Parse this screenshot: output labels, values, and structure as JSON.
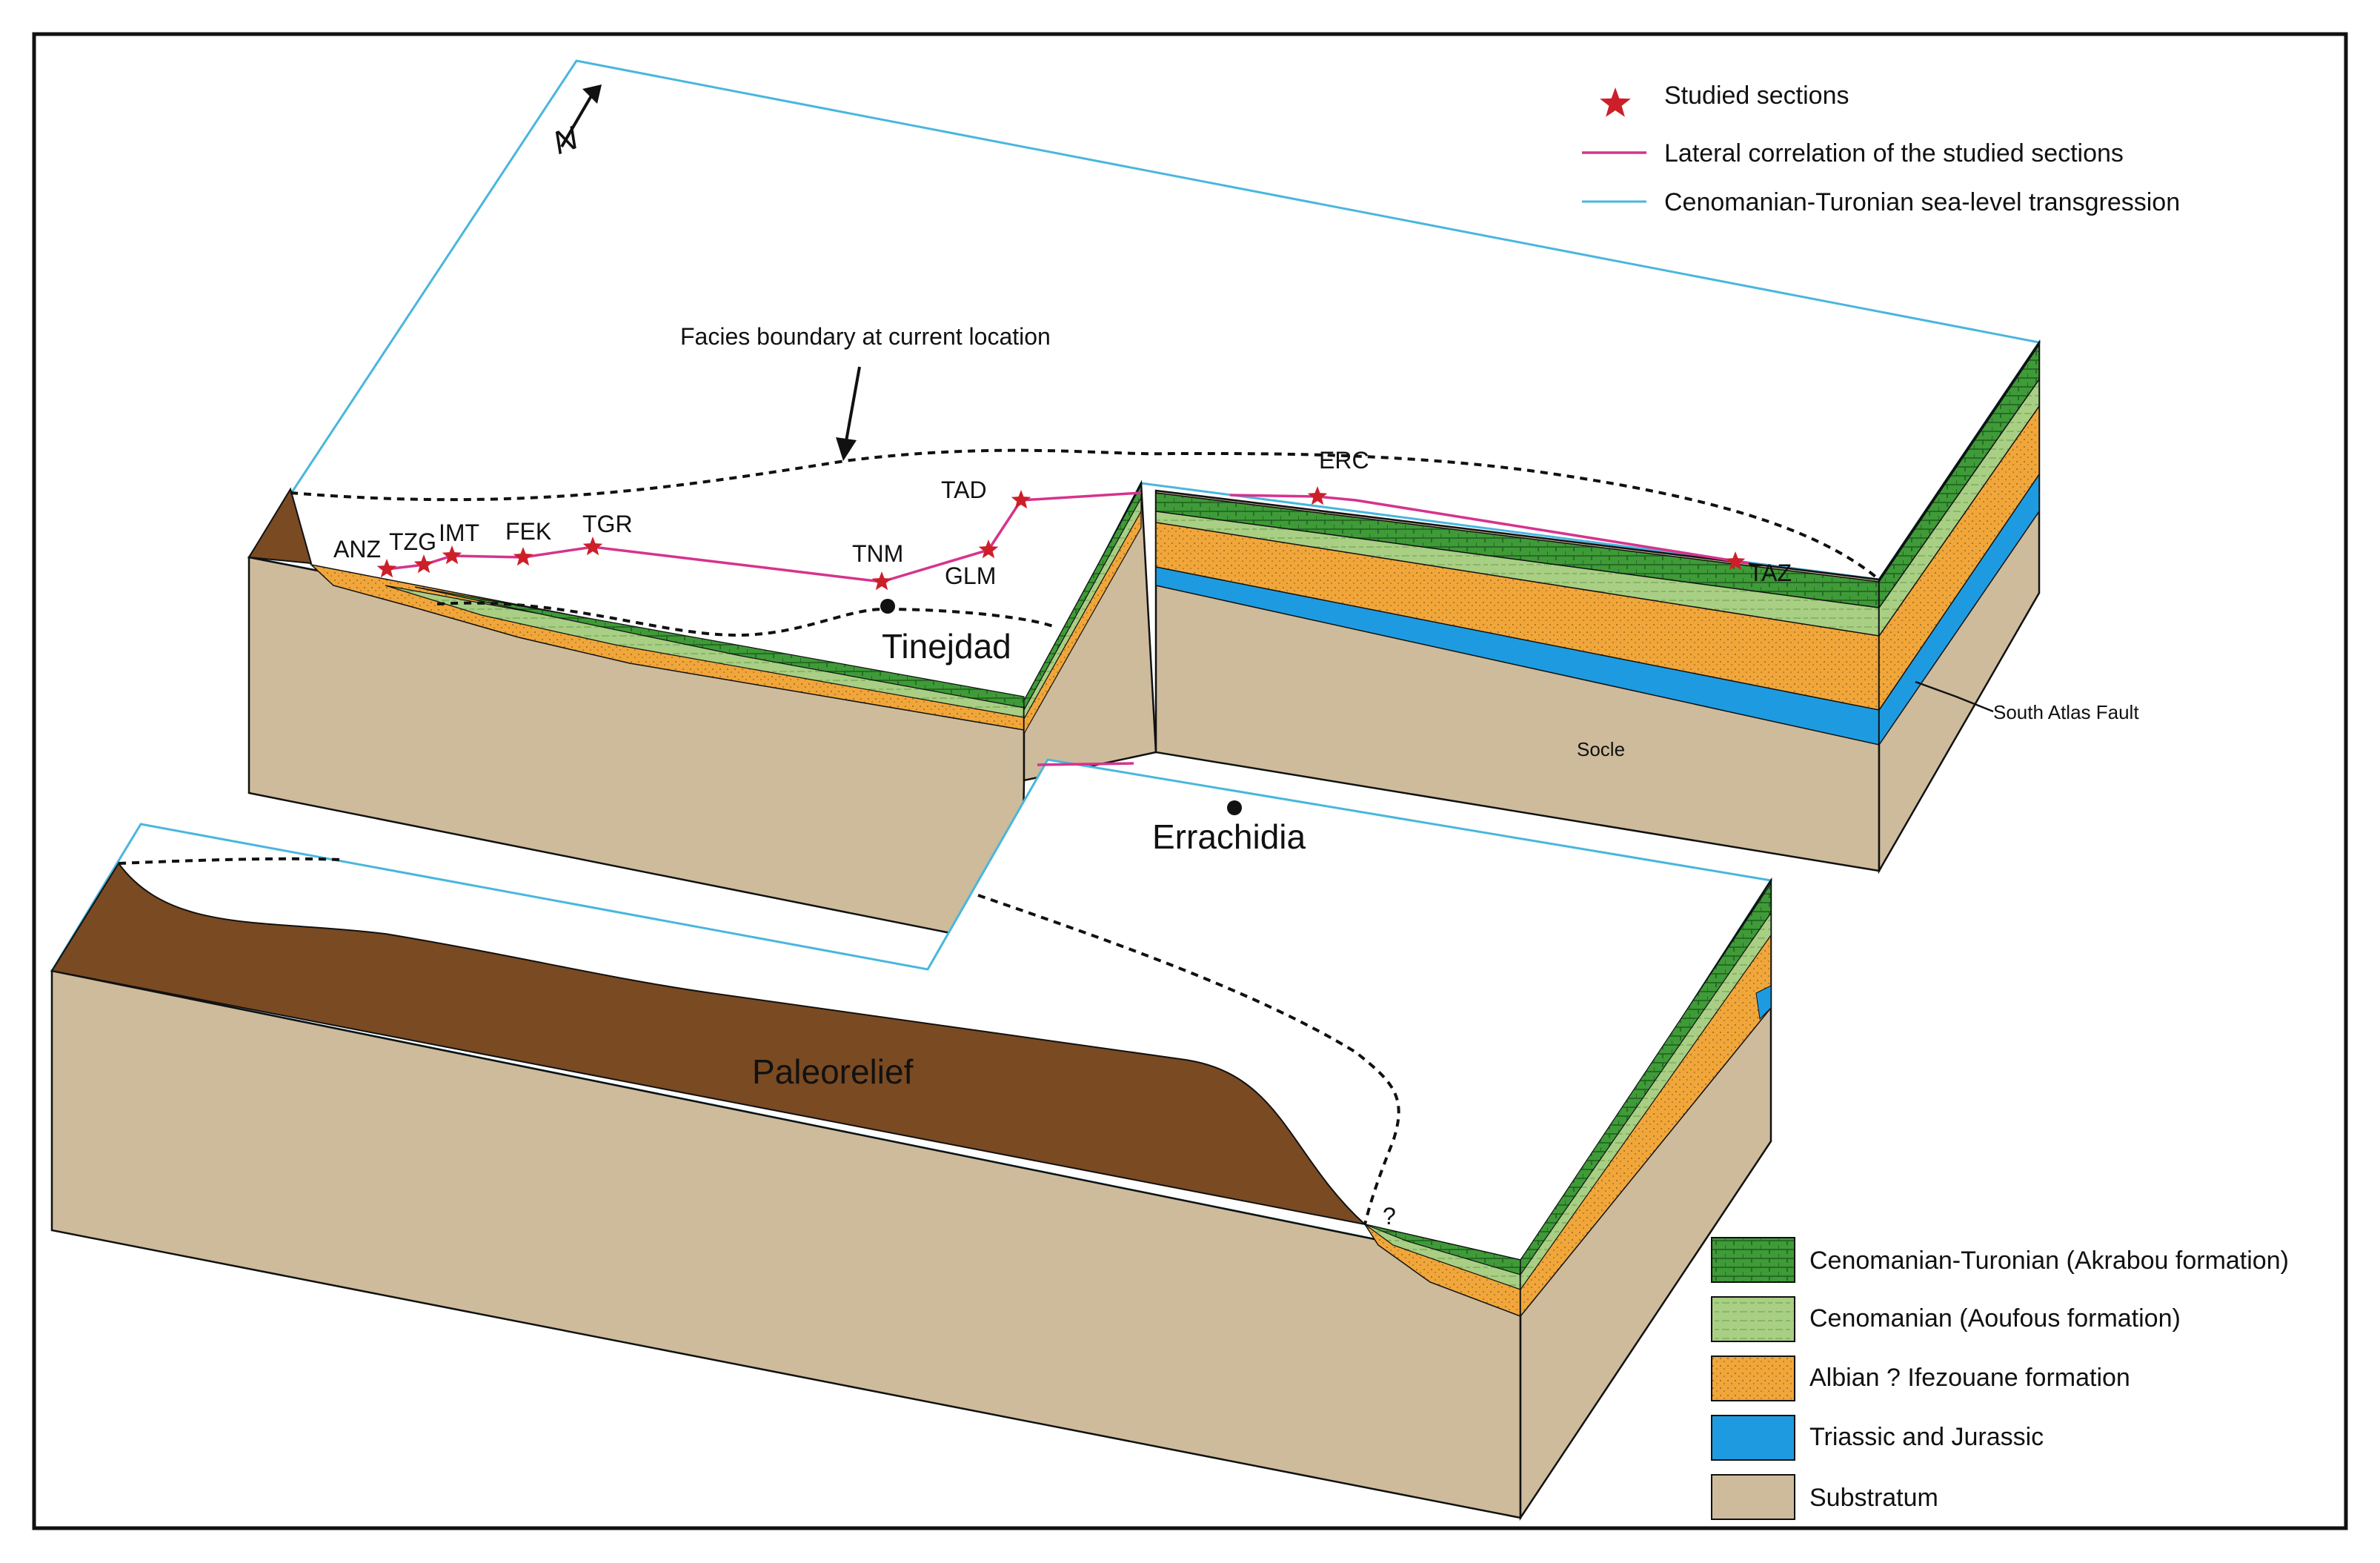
{
  "colors": {
    "substratum": "#cdbb9b",
    "substratum_dark": "#b9a687",
    "triassic_jurassic": "#1e9be0",
    "albian": "#f1a63a",
    "cenomanian": "#a8cf84",
    "akrabou": "#3f9a38",
    "paleorelief": "#7a4a22",
    "correlation_line": "#d6338d",
    "transgression_line": "#49b6de",
    "star": "#cc1f2a",
    "dash": "#111111"
  },
  "north_label": "N",
  "top_legend": {
    "studied_sections": "Studied sections",
    "lateral_correlation": "Lateral correlation of the studied sections",
    "transgression": "Cenomanian-Turonian sea-level transgression"
  },
  "annotations": {
    "facies_boundary": "Facies boundary at current location",
    "south_atlas_fault": "South Atlas Fault",
    "socle": "Socle",
    "paleorelief": "Paleorelief",
    "question_mark": "?"
  },
  "cities": {
    "tinejdad": "Tinejdad",
    "errachidia": "Errachidia"
  },
  "sections": [
    "ANZ",
    "TZG",
    "IMT",
    "FEK",
    "TGR",
    "TNM",
    "GLM",
    "TAD",
    "ERC",
    "TAZ"
  ],
  "legend": {
    "items": [
      {
        "label": "Cenomanian-Turonian (Akrabou formation)",
        "icon": "akrabou-swatch"
      },
      {
        "label": "Cenomanian (Aoufous formation)",
        "icon": "aoufous-swatch"
      },
      {
        "label": "Albian ? Ifezouane formation",
        "icon": "albian-swatch"
      },
      {
        "label": "Triassic and Jurassic",
        "icon": "triassic-swatch"
      },
      {
        "label": "Substratum",
        "icon": "substratum-swatch"
      }
    ]
  }
}
